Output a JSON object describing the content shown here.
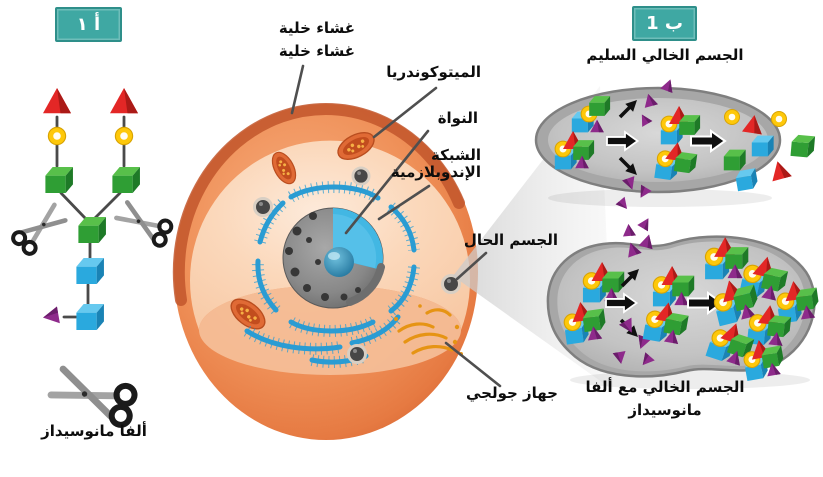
{
  "panel_a": {
    "badge": "أ ١",
    "enzyme_label": "ألفا مانوسيداز"
  },
  "cell_labels": {
    "membrane_1": "غشاء خلية",
    "membrane_2": "غشاء خلية",
    "mitochondria": "الميتوكوندريا",
    "nucleus": "النواة",
    "er": "الشبكة\nالإندوبلازمية",
    "lysosome": "الجسم الحال",
    "golgi": "جهاز جولجي"
  },
  "panel_b": {
    "badge": "ب 1",
    "healthy_label": "الجسم الخالي السليم",
    "deficient_label": "الجسم الخالي مع ألفا\nمانوسيداز"
  },
  "icons": {
    "scissors": "scissors-icon",
    "arrow": "arrow-icon"
  },
  "colors": {
    "badge-teal": "#3fa8a3",
    "badge-border": "#2e8f8a",
    "shape-red": "#e32726",
    "shape-yellow": "#fec80a",
    "shape-green": "#2f9e34",
    "shape-blue": "#2aa9de",
    "shape-purple": "#8e2a8b",
    "vesicle-gray": "#a7a7a7",
    "cell-orange": "#ed8a52",
    "label-line": "#4f4f4f"
  }
}
